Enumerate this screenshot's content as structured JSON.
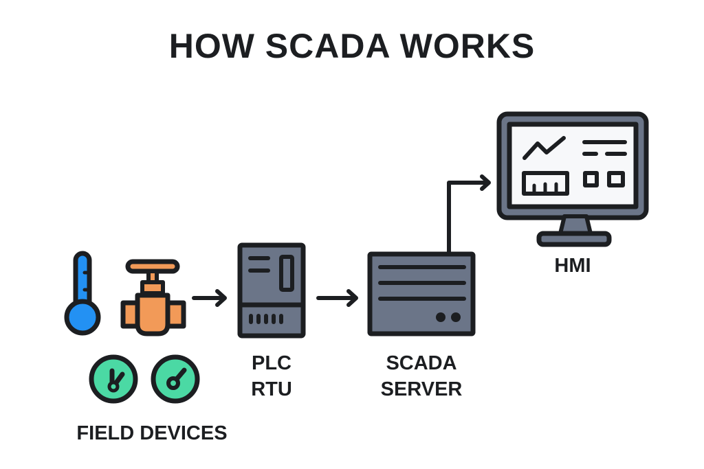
{
  "title": "HOW SCADA WORKS",
  "nodes": {
    "field_devices": {
      "label": "FIELD DEVICES",
      "icons": [
        "thermometer-icon",
        "valve-icon",
        "gauge-icon",
        "gauge-icon"
      ]
    },
    "plc_rtu": {
      "label_line1": "PLC",
      "label_line2": "RTU"
    },
    "scada_server": {
      "label_line1": "SCADA",
      "label_line2": "SERVER"
    },
    "hmi": {
      "label": "HMI"
    }
  },
  "edges": [
    {
      "from": "field_devices",
      "to": "plc_rtu"
    },
    {
      "from": "plc_rtu",
      "to": "scada_server"
    },
    {
      "from": "scada_server",
      "to": "hmi"
    }
  ],
  "colors": {
    "outline": "#1c1e21",
    "device_gray": "#6b7588",
    "thermometer_blue": "#2391f3",
    "valve_orange": "#f29a58",
    "gauge_green": "#4bd9a4",
    "screen_white": "#f7f8fa"
  }
}
